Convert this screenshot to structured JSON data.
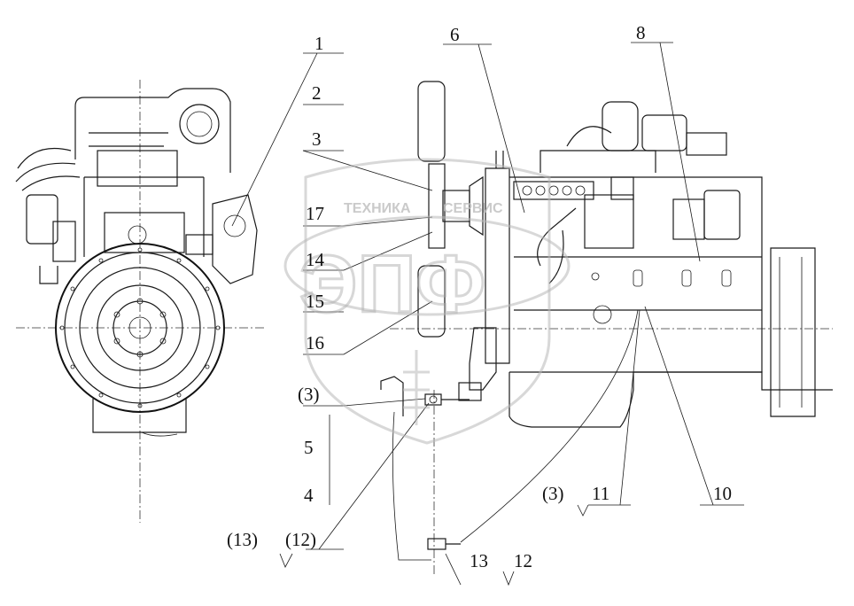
{
  "labels": {
    "l1": "1",
    "l2": "2",
    "l3": "3",
    "l17": "17",
    "l14": "14",
    "l15": "15",
    "l16": "16",
    "l6": "6",
    "l8": "8",
    "l10": "10",
    "l11": "11",
    "l3b": "(3)",
    "l3c": "(3)",
    "l5": "5",
    "l4": "4",
    "l13p": "(13)",
    "l12p": "(12)",
    "l13": "13",
    "l12": "12"
  },
  "watermark": {
    "top_text": "ТЕХНИКА",
    "top_text_right": "СЕРВИС",
    "logo_text": "ЭПФ"
  }
}
